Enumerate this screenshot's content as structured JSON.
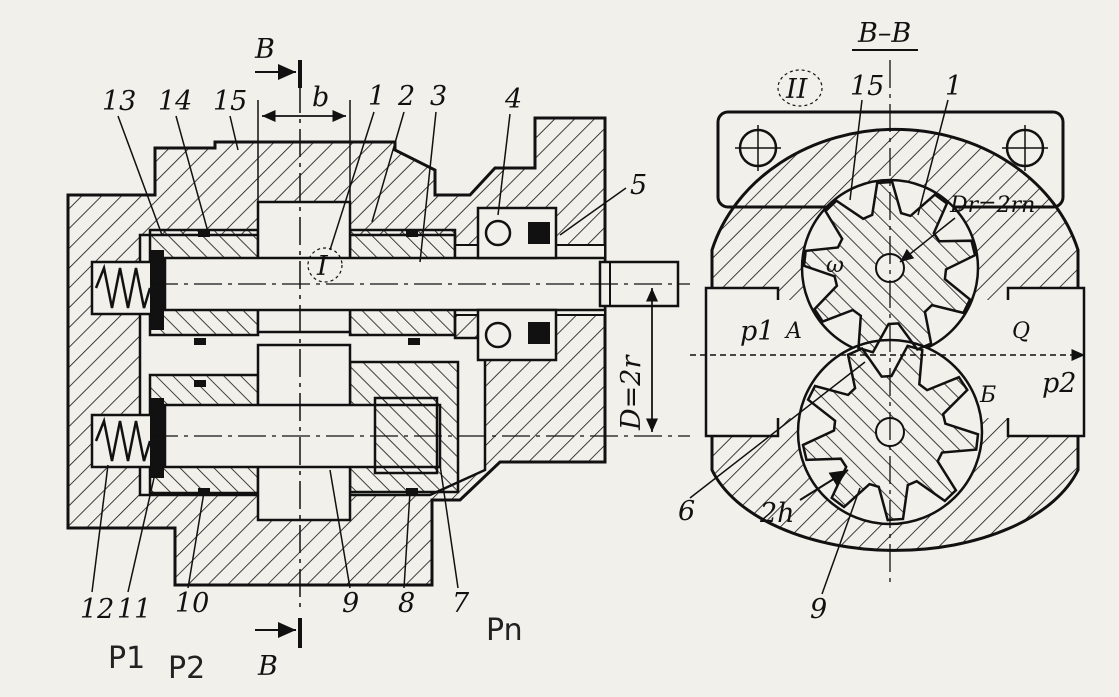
{
  "section_title": "В–В",
  "section_mark": "В",
  "dimension_b": "b",
  "detail_mark": "I",
  "detail_mark_2": "II",
  "part_labels": [
    "13",
    "14",
    "15",
    "1",
    "2",
    "3",
    "4",
    "5",
    "12",
    "11",
    "10",
    "9",
    "8",
    "7"
  ],
  "right_labels": {
    "p15": "15",
    "p1": "1",
    "p6": "6",
    "p9": "9",
    "root_dia": "Dr=2rn",
    "omega": "ω",
    "a": "A",
    "b_ru": "Б",
    "q": "Q",
    "p_in": "p1",
    "p_out": "p2",
    "tooth_depth": "2h"
  },
  "center_distance": "D=2r",
  "handwriting": [
    "P1",
    "P2",
    "Pn"
  ],
  "colors": {
    "ink": "#111111",
    "paper": "#f1f0ea"
  }
}
